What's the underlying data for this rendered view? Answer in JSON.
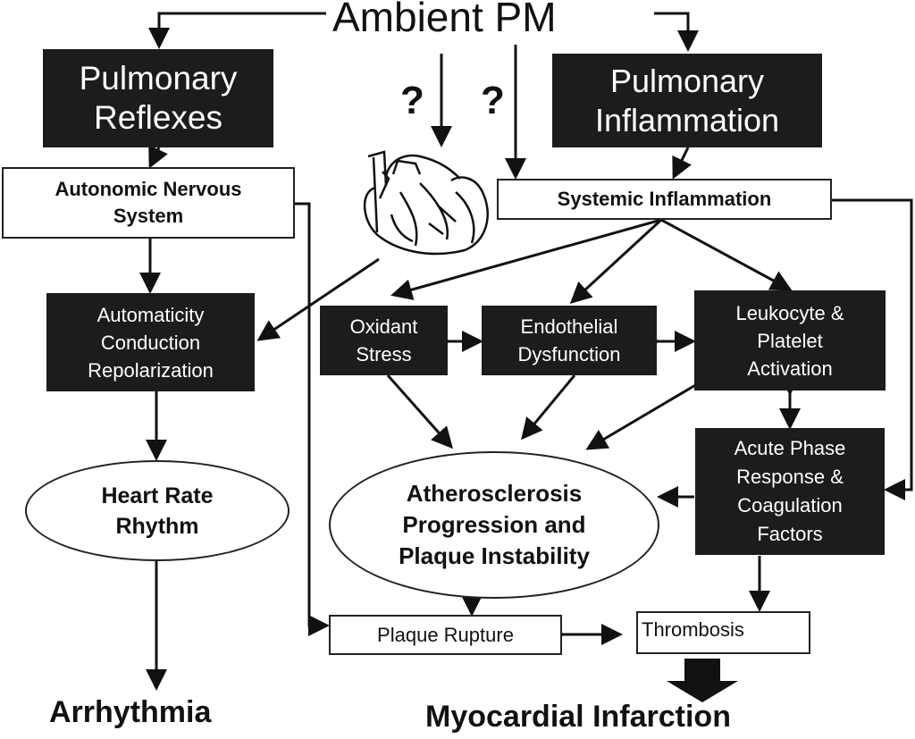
{
  "title": "Ambient PM",
  "question_marks": [
    "?",
    "?"
  ],
  "nodes": {
    "pulmonary_reflexes": "Pulmonary\nReflexes",
    "pulmonary_inflammation": "Pulmonary\nInflammation",
    "autonomic_nervous_system": "Autonomic Nervous\nSystem",
    "systemic_inflammation": "Systemic Inflammation",
    "automaticity": "Automaticity\nConduction\nRepolarization",
    "oxidant_stress": "Oxidant\nStress",
    "endothelial_dysfunction": "Endothelial\nDysfunction",
    "leukocyte_platelet": "Leukocyte &\nPlatelet\nActivation",
    "acute_phase": "Acute Phase\nResponse &\nCoagulation\nFactors",
    "heart_rate_rhythm": "Heart Rate\nRhythm",
    "atherosclerosis": "Atherosclerosis\nProgression and\nPlaque Instability",
    "plaque_rupture": "Plaque Rupture",
    "thrombosis": "Thrombosis"
  },
  "outcomes": {
    "arrhythmia": "Arrhythmia",
    "myocardial_infarction": "Myocardial Infarction"
  }
}
